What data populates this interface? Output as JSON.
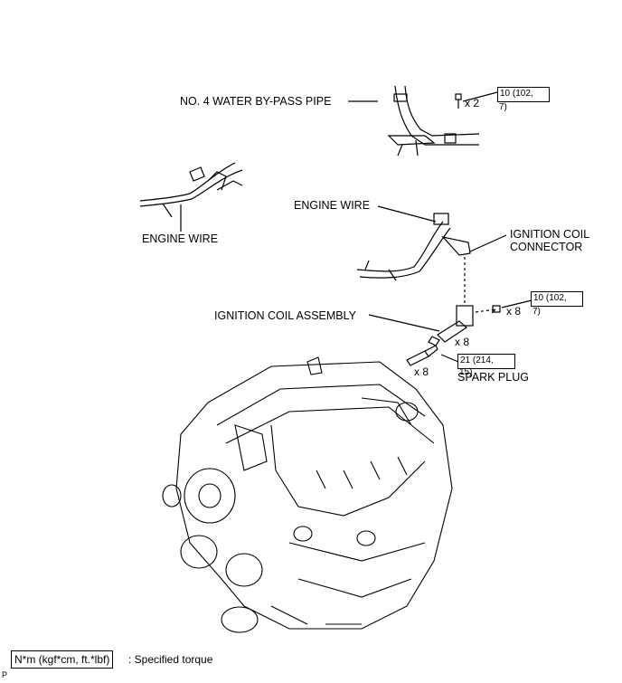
{
  "labels": {
    "water_pipe": "NO. 4 WATER BY-PASS PIPE",
    "engine_wire_left": "ENGINE WIRE",
    "engine_wire_right": "ENGINE WIRE",
    "ignition_coil_connector_1": "IGNITION  COIL",
    "ignition_coil_connector_2": "CONNECTOR",
    "ignition_coil_assembly": "IGNITION  COIL ASSEMBLY",
    "spark_plug": "SPARK PLUG"
  },
  "quantities": {
    "pipe_bolts": "x 2",
    "coil_bolts": "x 8",
    "coils": "x 8",
    "plugs": "x 8"
  },
  "torques": {
    "pipe_bolt_1": "10 (102,",
    "pipe_bolt_2": "7)",
    "coil_bolt_1": "10 (102,",
    "coil_bolt_2": "7)",
    "spark_plug_1": "21 (214,",
    "spark_plug_2": "15)"
  },
  "legend": {
    "box": "N*m (kgf*cm, ft.*lbf)",
    "text": ": Specified torque"
  },
  "corner_mark": "P"
}
